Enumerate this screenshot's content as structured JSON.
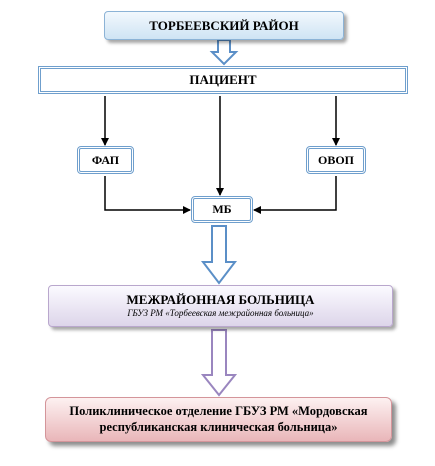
{
  "district": {
    "title": "ТОРБЕЕВСКИЙ РАЙОН"
  },
  "patient": {
    "title": "ПАЦИЕНТ"
  },
  "fap": {
    "title": "ФАП"
  },
  "ovop": {
    "title": "ОВОП"
  },
  "mb": {
    "title": "МБ"
  },
  "interdistrict": {
    "title": "МЕЖРАЙОННАЯ БОЛЬНИЦА",
    "subtitle": "ГБУЗ РМ «Торбеевская межрайонная больница»"
  },
  "polyclinic": {
    "title": "Поликлиническое отделение ГБУЗ РМ «Мордовская республиканская клиническая больница»"
  },
  "colors": {
    "arrow_blue": "#5b8fc7",
    "arrow_purple": "#9a86bf",
    "line": "#000000"
  }
}
